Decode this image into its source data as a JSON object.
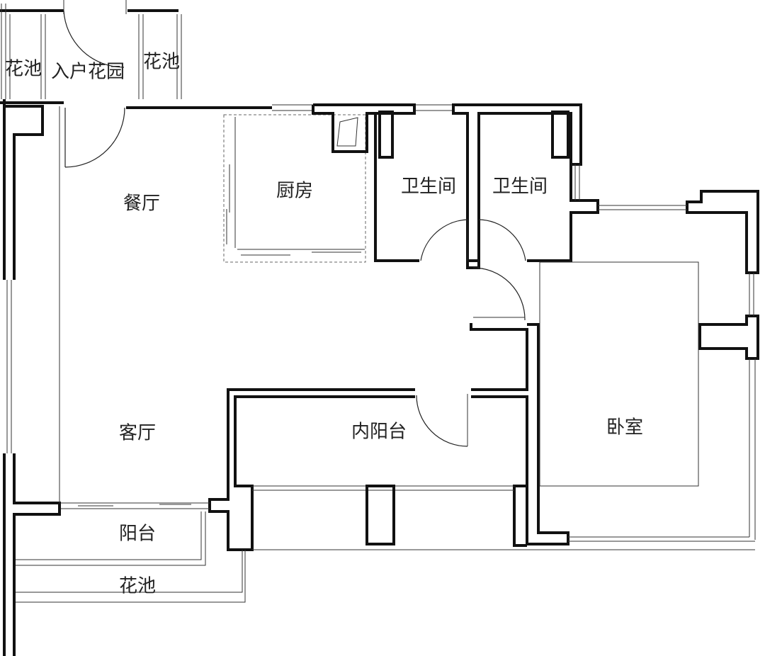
{
  "floor_plan": {
    "rooms": {
      "entry_garden": "入户花园",
      "planter_left": "花池",
      "planter_right": "花池",
      "dining": "餐厅",
      "kitchen": "厨房",
      "bathroom_1": "卫生间",
      "bathroom_2": "卫生间",
      "living": "客厅",
      "inner_balcony": "内阳台",
      "bedroom": "卧室",
      "balcony": "阳台",
      "planter_bottom": "花池"
    }
  }
}
